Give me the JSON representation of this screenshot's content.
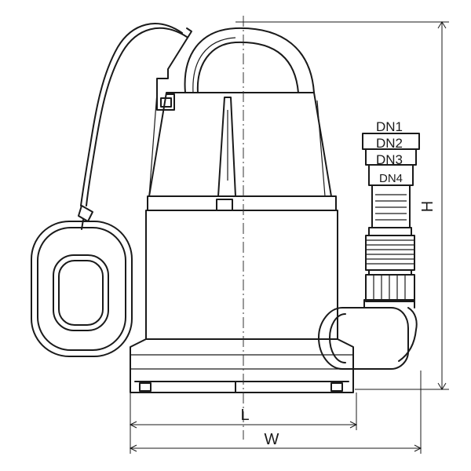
{
  "diagram": {
    "outlet_labels": [
      "DN1",
      "DN2",
      "DN3",
      "DN4"
    ],
    "dimension_labels": {
      "length": "L",
      "width": "W",
      "height": "H"
    }
  }
}
